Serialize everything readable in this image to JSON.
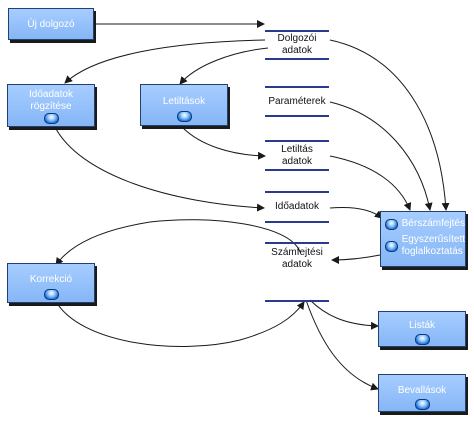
{
  "processes": {
    "uj_dolgozo": "Új dolgozó",
    "idoadatok_rogzitese": [
      "Időadatok",
      "rögzítése"
    ],
    "letiltasok": "Letiltások",
    "korrekcio": "Korrekció",
    "berszamfejtes": "Bérszámfejtés",
    "egyszerusitett": [
      "Egyszerűsített",
      "foglalkoztatás"
    ],
    "listak": "Listák",
    "bevallasok": "Bevallások"
  },
  "stores": {
    "dolgozoi_adatok": [
      "Dolgozói",
      "adatok"
    ],
    "parameterek": "Paraméterek",
    "letiltas_adatok": [
      "Letiltás",
      "adatok"
    ],
    "idoadatok": "Időadatok",
    "szamfejtesi_adatok": [
      "Számfejtési",
      "adatok"
    ]
  },
  "icons": {
    "process_badge": "blue-globe-icon"
  },
  "colors": {
    "process_fill": "#8fbcf8",
    "store_line": "#2a3a8c",
    "arrow": "#1a1a1a"
  }
}
